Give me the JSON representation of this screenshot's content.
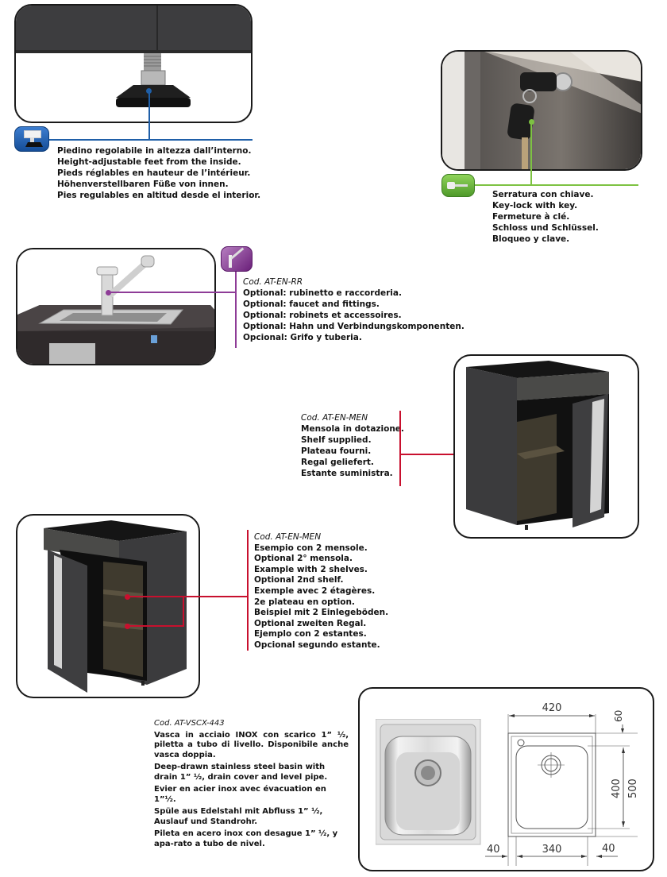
{
  "colors": {
    "feet_accent": "#1f5fa8",
    "lock_accent": "#7dc242",
    "faucet_accent": "#8e3c97",
    "shelf_accent": "#c8102e"
  },
  "feet": {
    "icon": "adjustable-foot-icon",
    "lines": [
      "Piedino regolabile in altezza dall’interno.",
      "Height-adjustable feet from the inside.",
      "Pieds réglables en hauteur de l’intérieur.",
      "Höhenverstellbaren Füße von innen.",
      "Pies regulables en altitud desde el interior."
    ]
  },
  "lock": {
    "icon": "key-lock-icon",
    "lines": [
      "Serratura  con chiave.",
      "Key-lock with key.",
      "Fermeture à clé.",
      "Schloss und Schlüssel.",
      "Bloqueo y clave."
    ]
  },
  "faucet": {
    "icon": "faucet-icon",
    "code": "Cod. AT-EN-RR",
    "lines": [
      "Optional: rubinetto e raccorderia.",
      "Optional: faucet and fittings.",
      "Optional: robinets et accessoires.",
      "Optional: Hahn und Verbindungskomponenten.",
      "Opcional: Grifo y  tuberia."
    ]
  },
  "shelf": {
    "code": "Cod. AT-EN-MEN",
    "lines": [
      "Mensola in dotazione.",
      "Shelf supplied.",
      "Plateau fourni.",
      "Regal geliefert.",
      "Estante suministra."
    ]
  },
  "shelf2": {
    "code": "Cod. AT-EN-MEN",
    "lines": [
      "Esempio con 2 mensole.",
      "Optional 2° mensola.",
      "Example with 2 shelves.",
      "Optional 2nd shelf.",
      "Exemple avec 2 étagères.",
      "2e plateau en option.",
      "Beispiel mit 2 Einlegeböden.",
      "Optional zweiten Regal.",
      "Ejemplo con 2 estantes.",
      "Opcional segundo estante."
    ]
  },
  "basin": {
    "code": "Cod. AT-VSCX-443",
    "paragraphs": [
      "Vasca  in acciaio INOX con scarico 1” ½, piletta a tubo di livello. Disponibile anche vasca doppia.",
      "Deep-drawn stainless steel basin with drain 1” ½, drain cover and level pipe.",
      "Evier en acier inox avec évacuation en 1”½.",
      "Spüle aus Edelstahl mit Abfluss 1” ½, Auslauf und Standrohr.",
      "Pileta en acero inox con desague 1” ½, y apa-rato a tubo de nivel."
    ],
    "dimensions": {
      "width_total": "420",
      "height_total": "500",
      "height_inner": "400",
      "top_margin": "60",
      "width_inner": "340",
      "left_margin": "40",
      "right_margin": "40"
    }
  }
}
